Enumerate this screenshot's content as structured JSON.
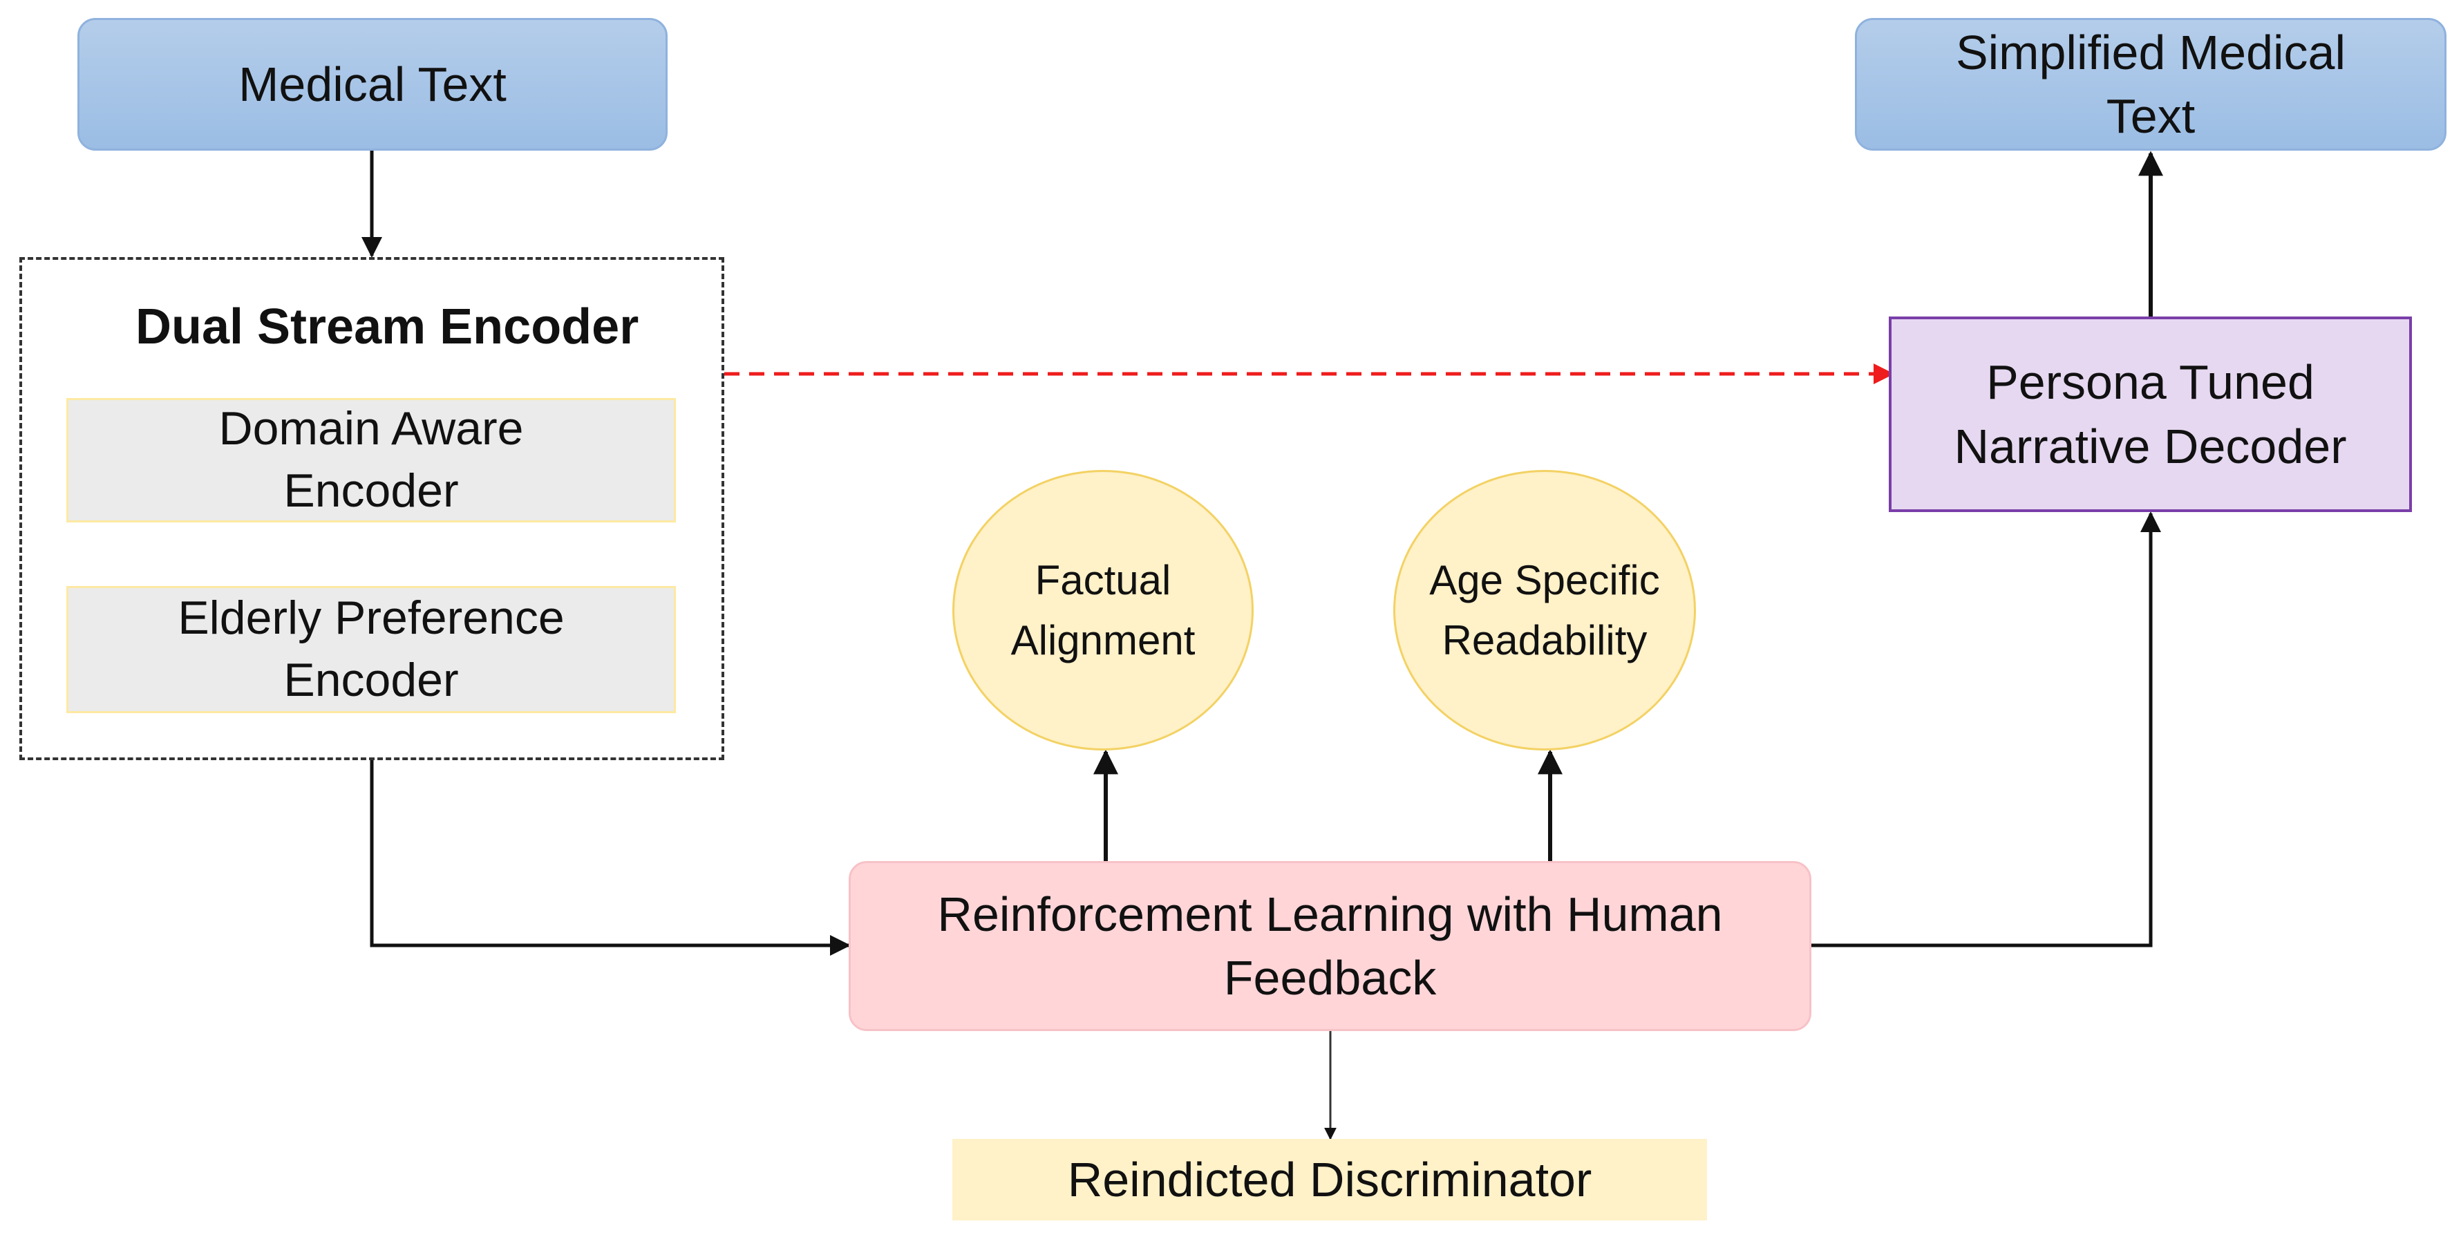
{
  "nodes": {
    "medical_text": "Medical Text",
    "simplified_line1": "Simplified Medical",
    "simplified_line2": "Text",
    "dual_stream_title": "Dual Stream Encoder",
    "domain_line1": "Domain Aware",
    "domain_line2": "Encoder",
    "elderly_line1": "Elderly Preference",
    "elderly_line2": "Encoder",
    "persona_line1": "Persona Tuned",
    "persona_line2": "Narrative Decoder",
    "factual_line1": "Factual",
    "factual_line2": "Alignment",
    "age_line1": "Age Specific",
    "age_line2": "Readability",
    "rlhf_line1": "Reinforcement Learning with Human",
    "rlhf_line2": "Feedback",
    "discriminator": "Reindicted Discriminator"
  },
  "colors": {
    "blue_box": "#a9c6e8",
    "gray_box": "#ebebeb",
    "purple_box": "#e6d8f1",
    "purple_border": "#7a3ea8",
    "circle_fill": "#fff1c8",
    "circle_border": "#f3d264",
    "pink_box": "#ffd5d8",
    "yellow_box": "#fff1c8",
    "arrow": "#111111",
    "dashed_arrow": "#ee1c1c"
  }
}
